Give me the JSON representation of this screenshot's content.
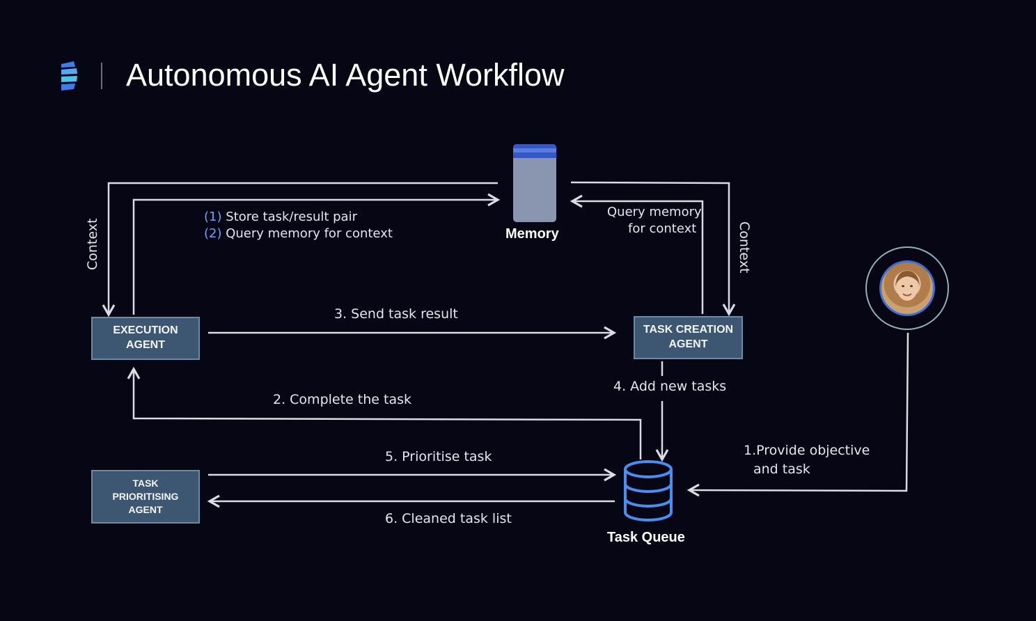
{
  "header": {
    "title": "Autonomous AI Agent Workflow",
    "logo_icon": "stacked-bars-logo-icon"
  },
  "nodes": {
    "memory": {
      "label": "Memory",
      "icon": "server-memory-icon"
    },
    "execution_agent": {
      "label": "EXECUTION\nAGENT"
    },
    "task_creation_agent": {
      "label": "TASK CREATION\nAGENT"
    },
    "task_prioritising_agent": {
      "label": "TASK\nPRIORITISING\nAGENT"
    },
    "task_queue": {
      "label": "Task Queue",
      "icon": "database-icon"
    },
    "user": {
      "icon": "user-avatar-icon"
    }
  },
  "edges": {
    "context_left": "Context",
    "context_right": "Context",
    "store_num": "(1)",
    "store_text": "Store task/result pair",
    "query_num": "(2)",
    "query_text": "Query memory for context",
    "query_memory_line1": "Query memory",
    "query_memory_line2": "for context",
    "send_result": "3. Send task result",
    "complete_task": "2. Complete the task",
    "add_tasks": "4. Add new tasks",
    "prioritise": "5. Prioritise task",
    "cleaned": "6. Cleaned task list",
    "provide_line1": "1.Provide objective",
    "provide_line2": "and task"
  },
  "colors": {
    "background": "#060614",
    "box_fill": "#3d5672",
    "box_border": "#6f8aa6",
    "accent_blue": "#6fa3ff",
    "memory_top": "#3557c8",
    "memory_body": "#8a95b0",
    "database": "#4a8ef0",
    "line": "#dcdce4"
  }
}
